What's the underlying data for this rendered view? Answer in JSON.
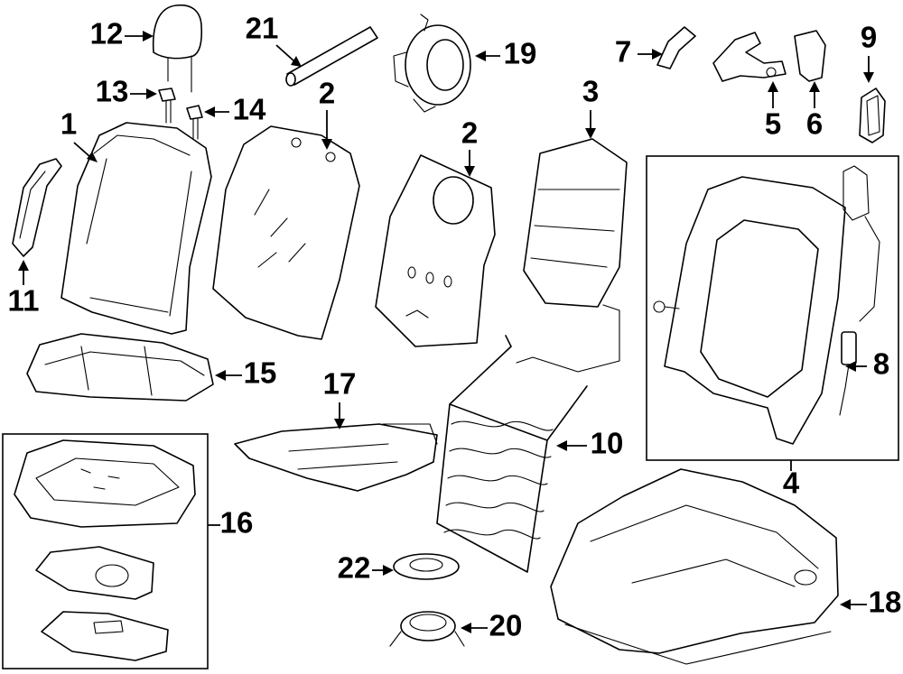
{
  "callouts": [
    {
      "id": "1",
      "label": "1"
    },
    {
      "id": "2a",
      "label": "2"
    },
    {
      "id": "2b",
      "label": "2"
    },
    {
      "id": "3",
      "label": "3"
    },
    {
      "id": "4",
      "label": "4"
    },
    {
      "id": "5",
      "label": "5"
    },
    {
      "id": "6",
      "label": "6"
    },
    {
      "id": "7",
      "label": "7"
    },
    {
      "id": "8",
      "label": "8"
    },
    {
      "id": "9",
      "label": "9"
    },
    {
      "id": "10",
      "label": "10"
    },
    {
      "id": "11",
      "label": "11"
    },
    {
      "id": "12",
      "label": "12"
    },
    {
      "id": "13",
      "label": "13"
    },
    {
      "id": "14",
      "label": "14"
    },
    {
      "id": "15",
      "label": "15"
    },
    {
      "id": "16",
      "label": "16"
    },
    {
      "id": "17",
      "label": "17"
    },
    {
      "id": "18",
      "label": "18"
    },
    {
      "id": "19",
      "label": "19"
    },
    {
      "id": "20",
      "label": "20"
    },
    {
      "id": "21",
      "label": "21"
    },
    {
      "id": "22",
      "label": "22"
    }
  ]
}
